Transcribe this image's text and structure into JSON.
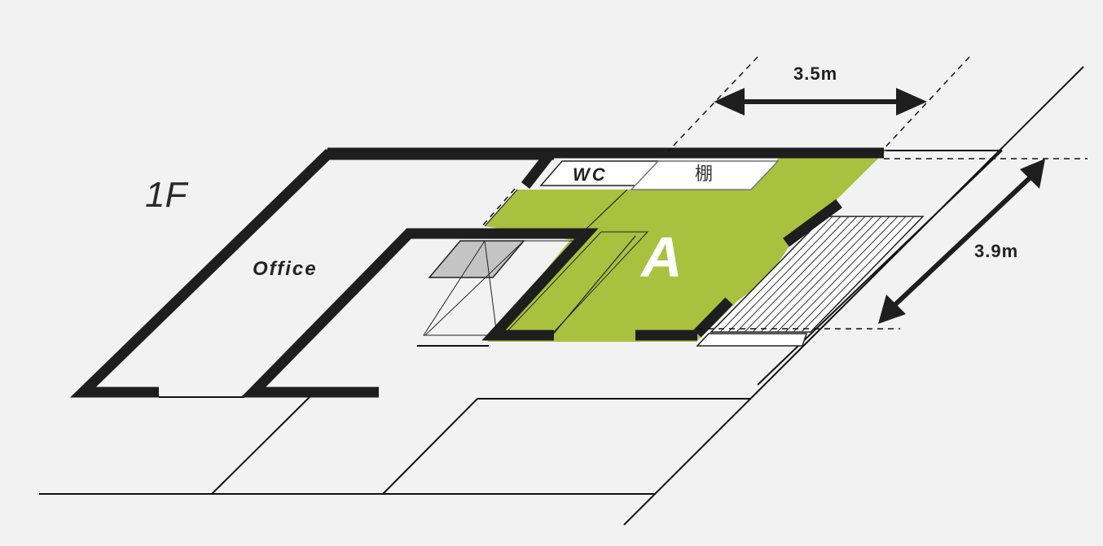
{
  "floor_label": "1F",
  "rooms": {
    "office": "Office",
    "wc": "WC",
    "shelf": "棚",
    "unit": "A"
  },
  "dimensions": {
    "width": "3.5m",
    "depth": "3.9m"
  },
  "colors": {
    "background": "#f2f2f2",
    "unit_fill": "#a9c13f",
    "wall": "#222222",
    "stair_fill": "#c4c4c4"
  }
}
